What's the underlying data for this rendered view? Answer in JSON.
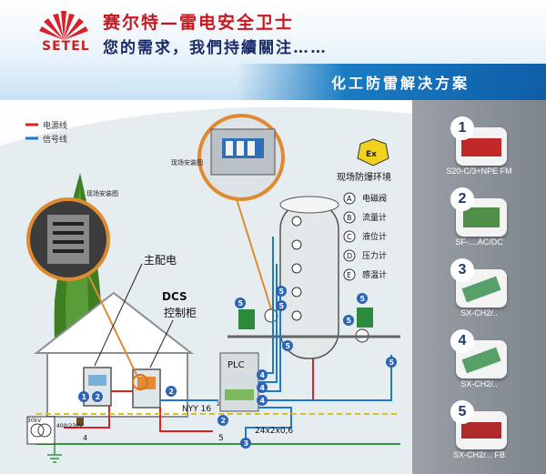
{
  "header": {
    "brand": "SETEL",
    "slogan_line1": "赛尔特—雷电安全卫士",
    "slogan_line2": "您的需求，我們持續關注……",
    "title": "化工防雷解决方案"
  },
  "legend": {
    "power_line": "电源线",
    "signal_line": "信号线",
    "power_color": "#e02020",
    "signal_color": "#1f78c8"
  },
  "diagram": {
    "photo_caption_left": "现场安装图",
    "photo_caption_top": "现场安装图",
    "main_power": "主配电",
    "dcs_line1": "DCS",
    "dcs_line2": "控制柜",
    "plc": "PLC",
    "cable_power": "NYY 16",
    "cable_power_sup": "2",
    "cable_signal": "24x2x0,6",
    "transformer_v1": "30kV",
    "transformer_v2": "400/230V",
    "hazard_symbol": "Ex",
    "hazard_area": "现场防爆环境",
    "wire_number": "5",
    "ground_number": "4"
  },
  "instruments": [
    {
      "letter": "A",
      "name": "电磁阀"
    },
    {
      "letter": "B",
      "name": "流量计"
    },
    {
      "letter": "C",
      "name": "液位计"
    },
    {
      "letter": "D",
      "name": "压力计"
    },
    {
      "letter": "E",
      "name": "感温计"
    }
  ],
  "products": [
    {
      "num": "1",
      "label": "S20-C/3+NPE FM",
      "color": "#c0282a"
    },
    {
      "num": "2",
      "label": "SF-....AC/DC",
      "color": "#4f8f47"
    },
    {
      "num": "3",
      "label": "SX-CH2/..",
      "color": "#58a06a"
    },
    {
      "num": "4",
      "label": "SX-CH2/..",
      "color": "#58a06a"
    },
    {
      "num": "5",
      "label": "SX-CH2/... FB",
      "color": "#b02a2a"
    }
  ]
}
